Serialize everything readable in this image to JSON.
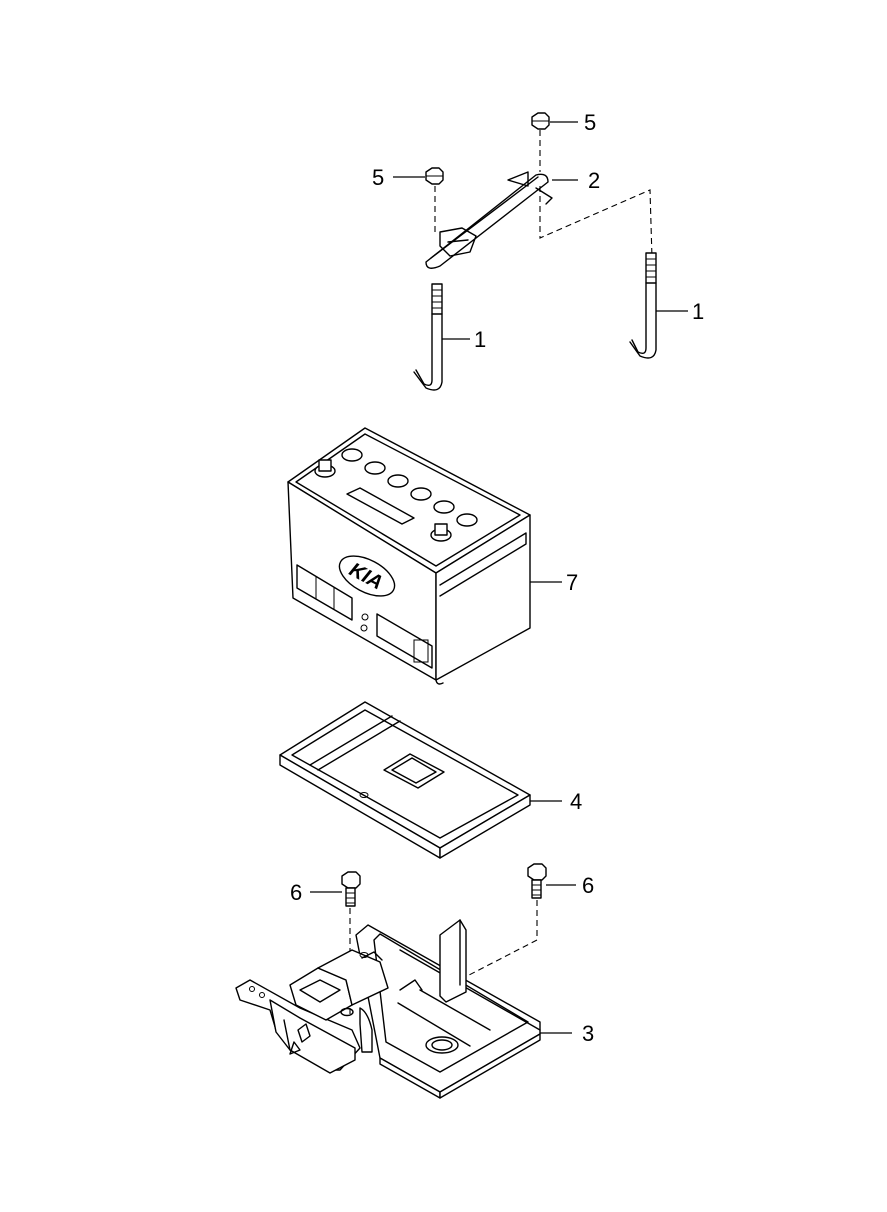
{
  "callouts": [
    {
      "id": "nut-top",
      "label": "5"
    },
    {
      "id": "nut-left",
      "label": "5"
    },
    {
      "id": "clamp",
      "label": "2"
    },
    {
      "id": "rod-right",
      "label": "1"
    },
    {
      "id": "rod-left",
      "label": "1"
    },
    {
      "id": "battery",
      "label": "7"
    },
    {
      "id": "tray",
      "label": "4"
    },
    {
      "id": "bolt-left",
      "label": "6"
    },
    {
      "id": "bolt-right",
      "label": "6"
    },
    {
      "id": "bracket",
      "label": "3"
    }
  ],
  "battery_logo": "KIA"
}
